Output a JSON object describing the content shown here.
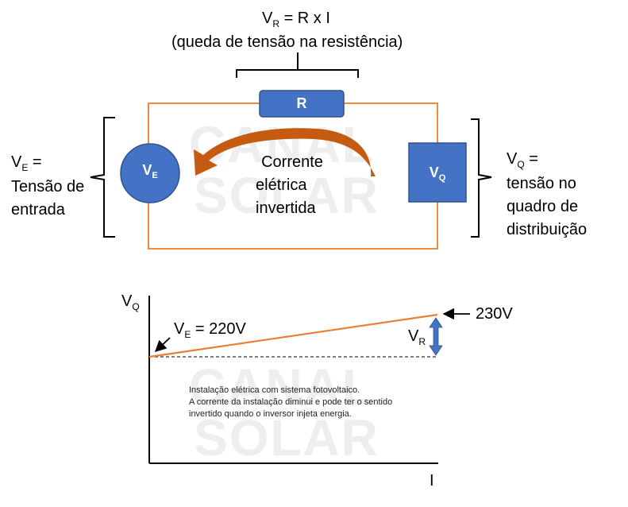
{
  "watermark": {
    "line1": "CANAL",
    "line2": "SOLAR"
  },
  "top_label": {
    "formula_V": "V",
    "formula_sub": "R",
    "formula_rest": " = R x I",
    "caption": "(queda de tensão na resistência)"
  },
  "resistor": {
    "label": "R"
  },
  "source_ve": {
    "label": "V",
    "sub": "E"
  },
  "panel_vq": {
    "label": "V",
    "sub": "Q"
  },
  "current_label": {
    "line1": "Corrente",
    "line2": "elétrica",
    "line3": "invertida"
  },
  "left_label": {
    "v": "V",
    "sub": "E",
    "eq": " =",
    "line2": "Tensão de",
    "line3": "entrada"
  },
  "right_label": {
    "v": "V",
    "sub": "Q",
    "eq": " =",
    "line2": "tensão no",
    "line3": "quadro de",
    "line4": "distribuição"
  },
  "graph": {
    "y_axis_v": "V",
    "y_axis_sub": "Q",
    "x_axis_label": "I",
    "ve_v": "V",
    "ve_sub": "E",
    "ve_value": " = 220V",
    "end_value": "230V",
    "vr_v": "V",
    "vr_sub": "R",
    "note1": "Instalação elétrica com sistema fotovoltaico.",
    "note2": "A corrente da instalação diminui e pode ter o sentido",
    "note3": "invertido quando o inversor injeta energia."
  },
  "colors": {
    "wire": "#ED8B3F",
    "blue_fill": "#4472C4",
    "blue_stroke": "#2F528F",
    "arrow": "#C55A11",
    "line": "#ED7D31",
    "vr_arrow": "#4472C4"
  }
}
